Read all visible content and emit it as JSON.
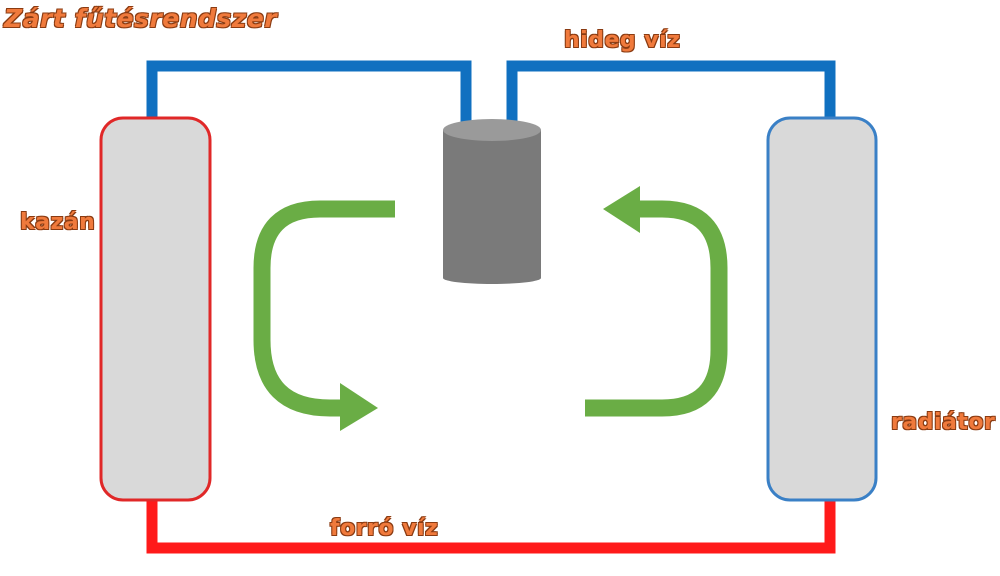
{
  "title": "Zárt fűtésrendszer",
  "labels": {
    "cold_water": "hideg víz",
    "boiler": "kazán",
    "radiator": "radiátor",
    "hot_water": "forró víz"
  },
  "colors": {
    "cold_pipe": "#1070c0",
    "hot_pipe": "#ff1a1a",
    "boiler_outline": "#e02828",
    "radiator_outline": "#3a80c6",
    "tank_fill": "#d9d9d9",
    "expansion_vessel": "#7a7a7a",
    "flow_arrow": "#6aad45",
    "label_text": "#f07a3c"
  }
}
